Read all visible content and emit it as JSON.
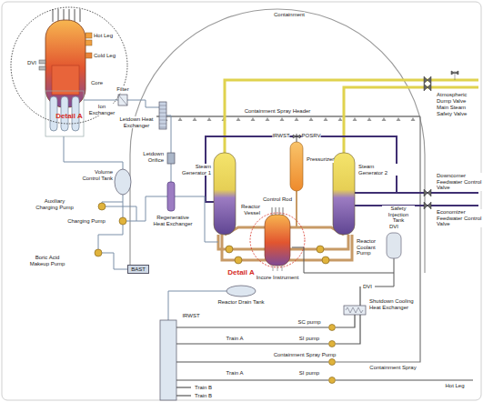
{
  "diagram": {
    "nodes": [
      {
        "text": [
          "Hot Leg",
          "DVI",
          "Cold Leg",
          "Core",
          "Detail A"
        ]
      },
      {
        "text": [
          "BAST"
        ]
      }
    ],
    "labels": [
      "Containment",
      "Filter",
      "Atmospheric Dump Valve",
      "Main Steam Safety Valve",
      "Containment Spray Header",
      "Ion Exchanger",
      "Letdown Heat Exchanger",
      "IRWST",
      "POSRV",
      "Letdown Orifice",
      "Steam Generator 1",
      "Pressurizer",
      "Steam Generator 2",
      "Downcomer Feedwater Control Valve",
      "Volume Control Tank",
      "Control Rod",
      "Reactor Vessel",
      "Reactor Coolant Pump",
      "Safety Injection Tank",
      "Economizer Feedwater Control Valve",
      "Auxiliary Charging Pump",
      "Regenerative Heat Exchanger",
      "Charging Pump",
      "DVI",
      "Detail A",
      "Incore Instrument",
      "Boric Acid Makeup Pump",
      "DVI",
      "Reactor Drain Tank",
      "Shutdown Cooling Heat Exchanger",
      "SC pump",
      "IRWST",
      "SI pump",
      "Train A",
      "Containment Spray Pump",
      "Containment Spray",
      "SI pump",
      "Train A",
      "Train B",
      "Train B",
      "Hot Leg"
    ]
  }
}
